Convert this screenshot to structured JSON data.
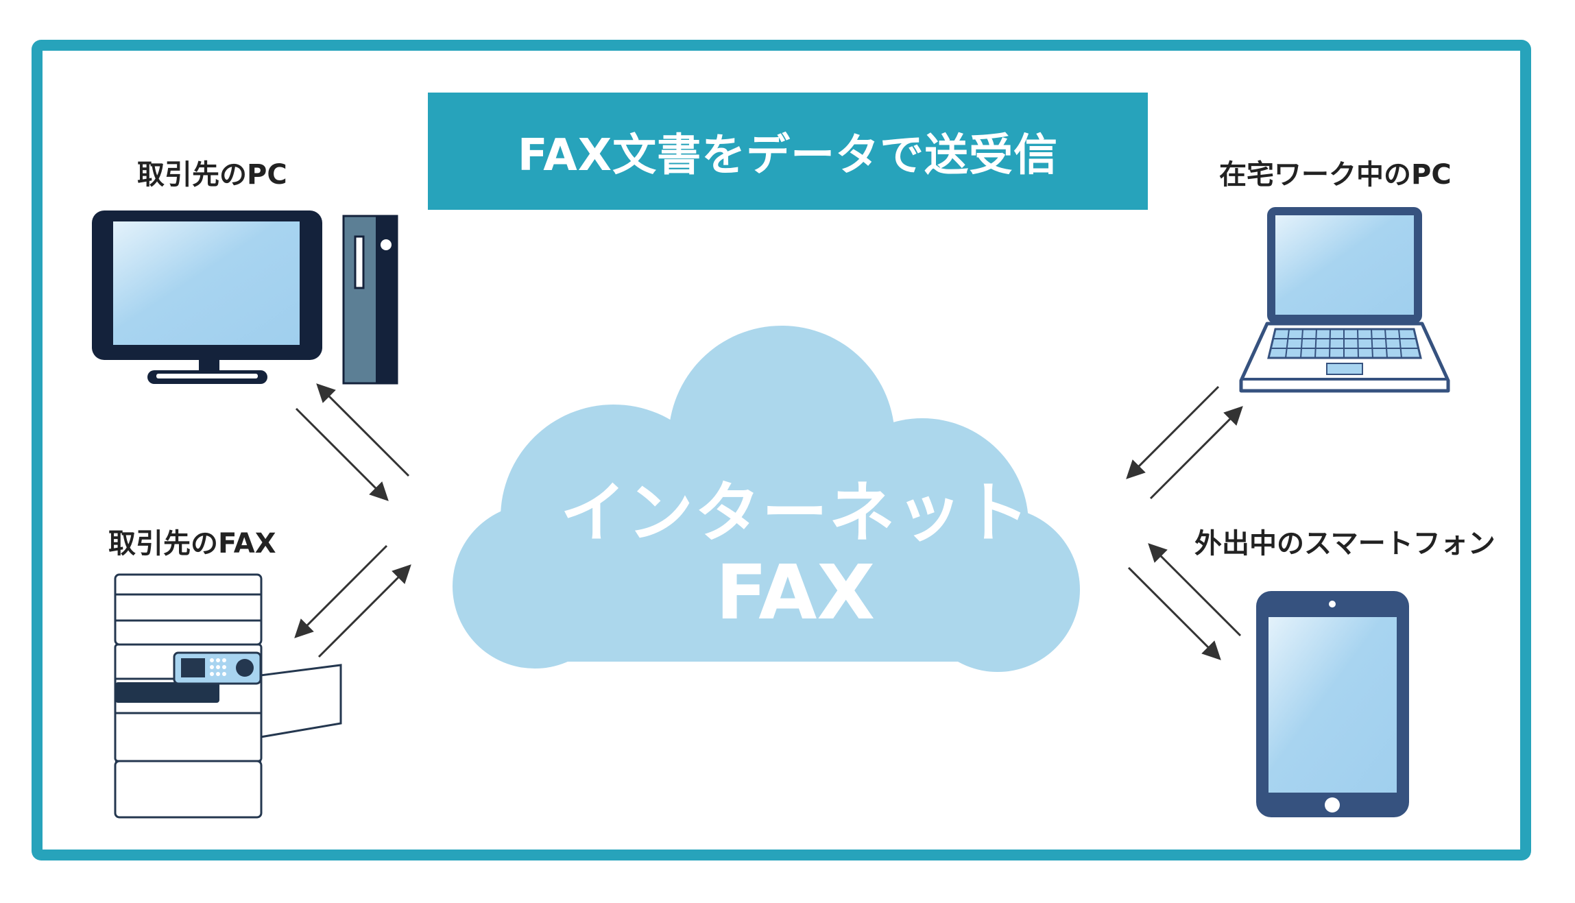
{
  "title": "FAX文書をデータで送受信",
  "cloud": {
    "line1": "インターネット",
    "line2": "FAX"
  },
  "nodes": {
    "client_pc": "取引先のPC",
    "client_fax": "取引先のFAX",
    "home_pc": "在宅ワーク中のPC",
    "mobile": "外出中のスマートフォン"
  },
  "colors": {
    "frame": "#27a3bb",
    "title_bg": "#27a3bb",
    "cloud": "#acd7ec",
    "device_dark": "#14223b",
    "device_blue": "#36527f",
    "screen": "#a8d4f0",
    "arrow": "#333333"
  },
  "icons": [
    "desktop-pc-icon",
    "fax-machine-icon",
    "laptop-icon",
    "tablet-icon",
    "cloud-icon",
    "bidirectional-arrow-icon"
  ]
}
